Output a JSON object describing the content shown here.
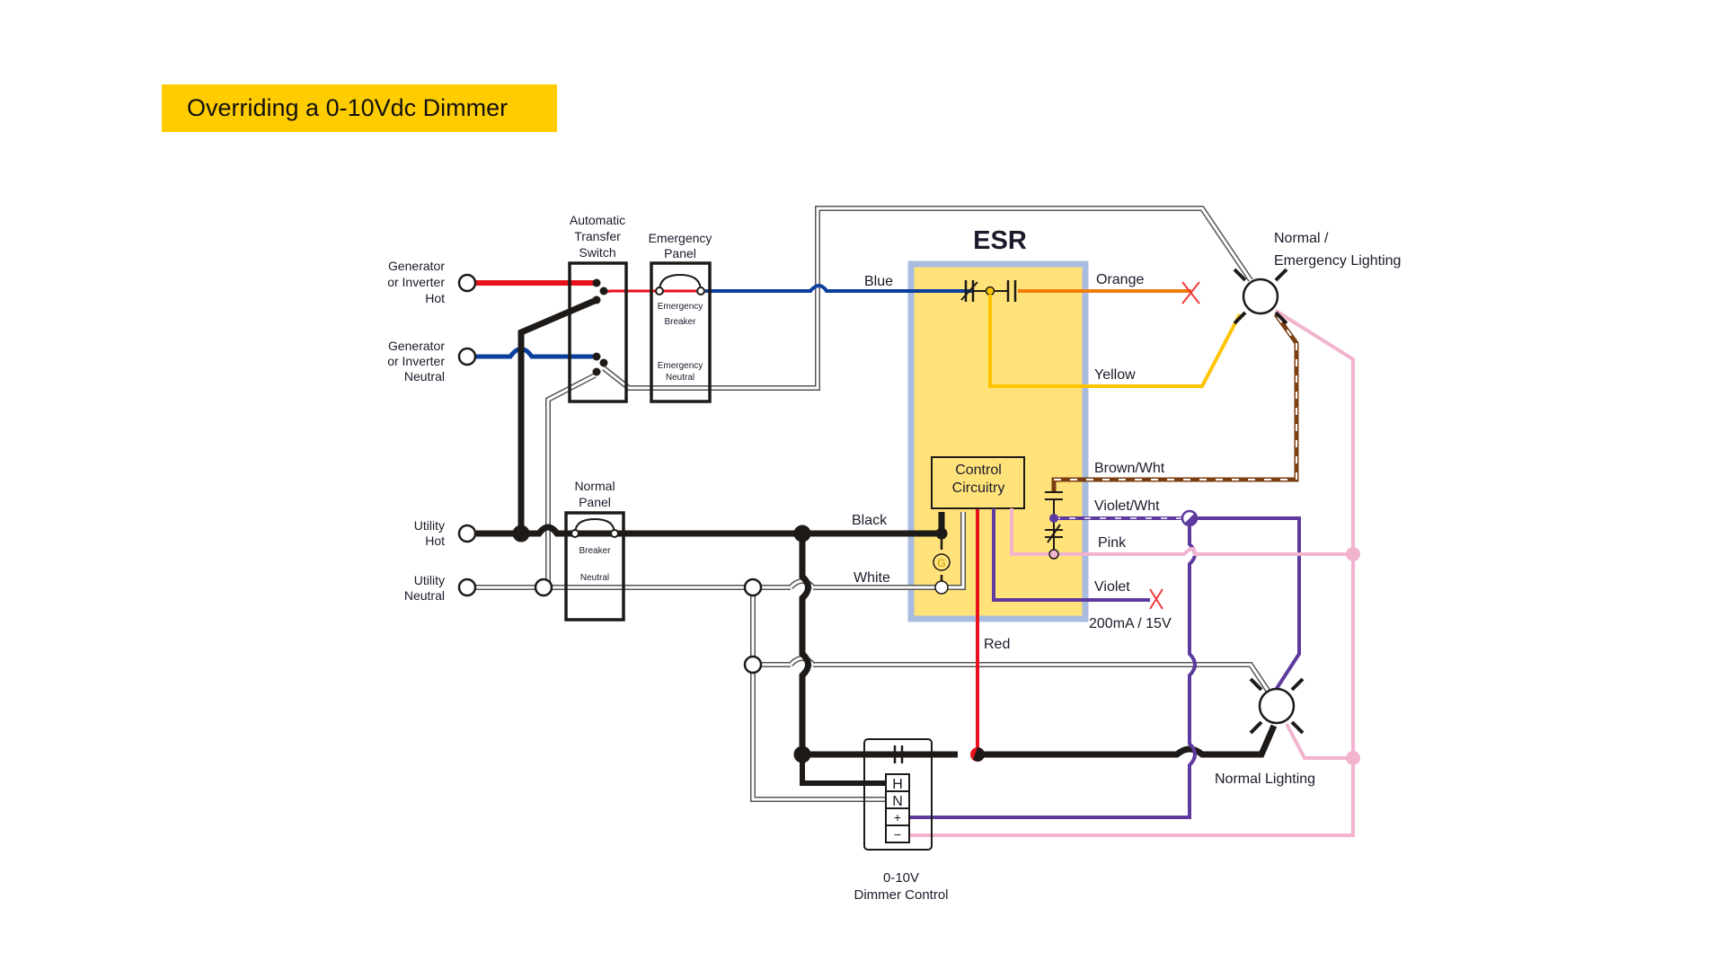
{
  "title": "Overriding a 0-10Vdc Dimmer",
  "colors": {
    "title_bg": "#FFCC00",
    "esr_fill": "#FFE27A",
    "esr_border": "#A9BCE0",
    "hot_red": "#E8121C",
    "blue": "#0B3F9E",
    "black": "#1E1A17",
    "orange": "#F07D0A",
    "yellow": "#FFC400",
    "brown": "#7A3E10",
    "violet": "#5E3A9E",
    "pink": "#F2B3CF",
    "x_mark": "#F03A3A"
  },
  "sources": {
    "gen_hot": [
      "Generator",
      "or Inverter",
      "Hot"
    ],
    "gen_neutral": [
      "Generator",
      "or Inverter",
      "Neutral"
    ],
    "utility_hot": [
      "Utility",
      "Hot"
    ],
    "utility_neutral": [
      "Utility",
      "Neutral"
    ]
  },
  "panels": {
    "ats": [
      "Automatic",
      "Transfer",
      "Switch"
    ],
    "emergency": [
      "Emergency",
      "Panel"
    ],
    "emergency_breaker": [
      "Emergency",
      "Breaker"
    ],
    "emergency_neutral": [
      "Emergency",
      "Neutral"
    ],
    "normal": [
      "Normal",
      "Panel"
    ],
    "normal_breaker": "Breaker",
    "normal_neutral": "Neutral"
  },
  "esr": {
    "title": "ESR",
    "control": [
      "Control",
      "Circuitry"
    ],
    "g_symbol": "G"
  },
  "wires": {
    "blue": "Blue",
    "orange": "Orange",
    "yellow": "Yellow",
    "brown_wht": "Brown/Wht",
    "violet_wht": "Violet/Wht",
    "pink": "Pink",
    "violet": "Violet",
    "violet_rating": "200mA / 15V",
    "black": "Black",
    "white": "White",
    "red": "Red"
  },
  "fixtures": {
    "normal_emergency": [
      "Normal /",
      "Emergency Lighting"
    ],
    "normal": "Normal Lighting"
  },
  "dimmer": {
    "label": [
      "0-10V",
      "Dimmer Control"
    ],
    "terminals": [
      "H",
      "N",
      "+",
      "−"
    ]
  }
}
